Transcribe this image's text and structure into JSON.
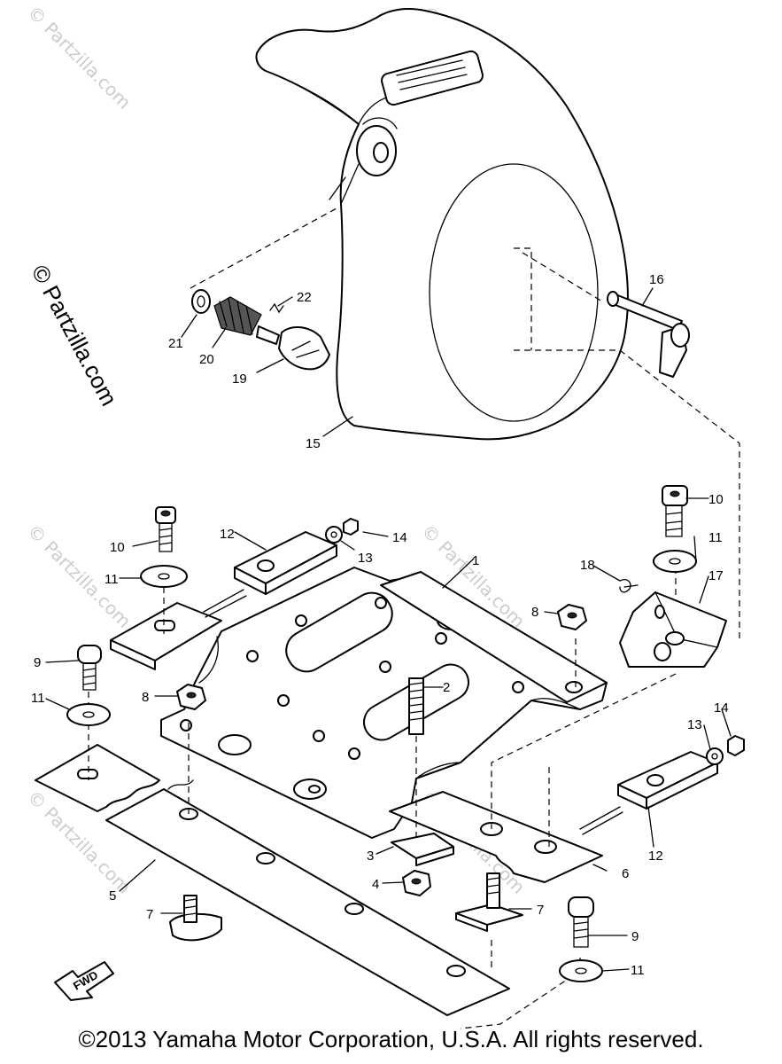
{
  "watermark": "© Partzilla.com",
  "copyright": "©2013  Yamaha Motor Corporation, U.S.A. All rights reserved.",
  "fwd_marker": "FWD",
  "callouts": {
    "c1": "1",
    "c2": "2",
    "c3": "3",
    "c4": "4",
    "c5": "5",
    "c6": "6",
    "c7a": "7",
    "c7b": "7",
    "c8a": "8",
    "c8b": "8",
    "c9a": "9",
    "c9b": "9",
    "c10a": "10",
    "c10b": "10",
    "c11a": "11",
    "c11b": "11",
    "c11c": "11",
    "c11d": "11",
    "c12a": "12",
    "c12b": "12",
    "c13a": "13",
    "c13b": "13",
    "c14a": "14",
    "c14b": "14",
    "c15": "15",
    "c16": "16",
    "c17": "17",
    "c18": "18",
    "c19": "19",
    "c20": "20",
    "c21": "21",
    "c22": "22"
  }
}
